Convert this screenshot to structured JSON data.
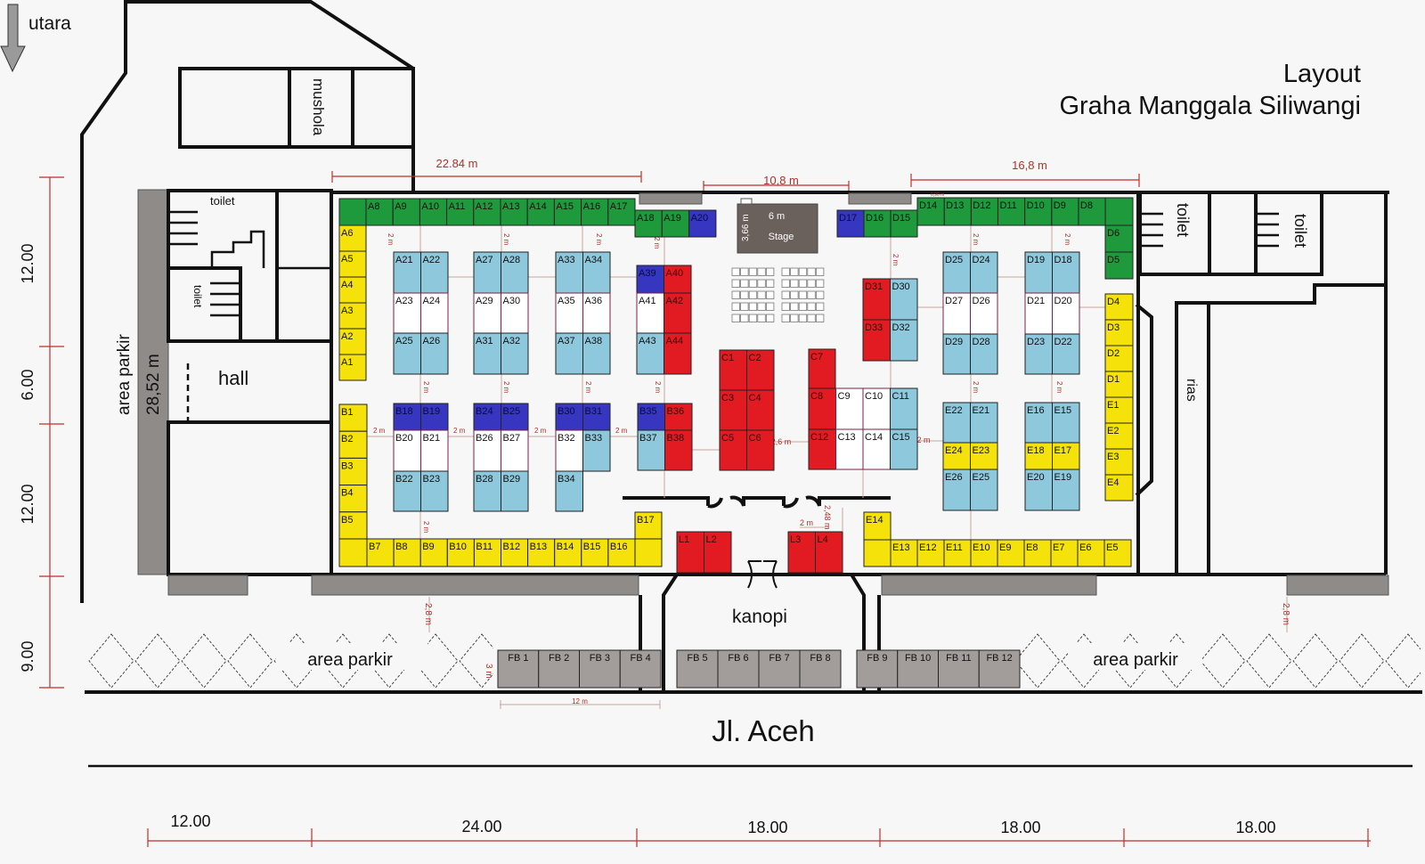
{
  "title": {
    "line1": "Layout",
    "line2": "Graha Manggala Siliwangi"
  },
  "compass": {
    "label": "utara",
    "icon": "arrow-down-icon"
  },
  "rooms": {
    "mushola": "mushola",
    "toilet_left_top": "toilet",
    "toilet_left_inner": "toilet",
    "hall": "hall",
    "area_parkir_side": "area parkir",
    "side_length": "28,52 m",
    "toilet_right_1": "toilet",
    "toilet_right_2": "toilet",
    "rias": "rias",
    "stage": "Stage",
    "stage_width": "6 m",
    "stage_depth": "3,66 m",
    "kanopi": "kanopi",
    "parking_left": "area parkir",
    "parking_right": "area parkir"
  },
  "street": "Jl. Aceh",
  "dimensions": {
    "top_left": "22.84 m",
    "top_center": "10,8 m",
    "top_right": "16,8 m",
    "aisle": "2 m",
    "gap_c": "2,6 m",
    "entrance": "2,48 m",
    "setback": "2,8 m",
    "fb_depth": "3 m",
    "fb_width": "12 m",
    "small": "0,90 m"
  },
  "ruler_bottom": [
    "12.00",
    "24.00",
    "18.00",
    "18.00",
    "18.00"
  ],
  "ruler_left": [
    "12.00",
    "6.00",
    "12.00",
    "9.00"
  ],
  "colors": {
    "green": "#1e9a3c",
    "yellow": "#f5e20a",
    "lightblue": "#8ec8dc",
    "blue": "#3636c0",
    "red": "#e21b22",
    "white": "#ffffff",
    "gray": "#a29d9a",
    "stage": "#6a605c",
    "dimension": "#c0302a"
  },
  "booths": [
    {
      "label": "A1",
      "color": "yellow"
    },
    {
      "label": "A2",
      "color": "yellow"
    },
    {
      "label": "A3",
      "color": "yellow"
    },
    {
      "label": "A4",
      "color": "yellow"
    },
    {
      "label": "A5",
      "color": "yellow"
    },
    {
      "label": "A6",
      "color": "yellow"
    },
    {
      "label": "A8",
      "color": "green"
    },
    {
      "label": "A9",
      "color": "green"
    },
    {
      "label": "A10",
      "color": "green"
    },
    {
      "label": "A11",
      "color": "green"
    },
    {
      "label": "A12",
      "color": "green"
    },
    {
      "label": "A13",
      "color": "green"
    },
    {
      "label": "A14",
      "color": "green"
    },
    {
      "label": "A15",
      "color": "green"
    },
    {
      "label": "A16",
      "color": "green"
    },
    {
      "label": "A17",
      "color": "green"
    },
    {
      "label": "A18",
      "color": "green"
    },
    {
      "label": "A19",
      "color": "green"
    },
    {
      "label": "A20",
      "color": "blue"
    },
    {
      "label": "A21",
      "color": "lightblue"
    },
    {
      "label": "A22",
      "color": "lightblue"
    },
    {
      "label": "A23",
      "color": "white"
    },
    {
      "label": "A24",
      "color": "white"
    },
    {
      "label": "A25",
      "color": "lightblue"
    },
    {
      "label": "A26",
      "color": "lightblue"
    },
    {
      "label": "A27",
      "color": "lightblue"
    },
    {
      "label": "A28",
      "color": "lightblue"
    },
    {
      "label": "A29",
      "color": "white"
    },
    {
      "label": "A30",
      "color": "white"
    },
    {
      "label": "A31",
      "color": "lightblue"
    },
    {
      "label": "A32",
      "color": "lightblue"
    },
    {
      "label": "A33",
      "color": "lightblue"
    },
    {
      "label": "A34",
      "color": "lightblue"
    },
    {
      "label": "A35",
      "color": "white"
    },
    {
      "label": "A36",
      "color": "white"
    },
    {
      "label": "A37",
      "color": "lightblue"
    },
    {
      "label": "A38",
      "color": "lightblue"
    },
    {
      "label": "A39",
      "color": "blue"
    },
    {
      "label": "A40",
      "color": "red"
    },
    {
      "label": "A41",
      "color": "white"
    },
    {
      "label": "A42",
      "color": "red"
    },
    {
      "label": "A43",
      "color": "lightblue"
    },
    {
      "label": "A44",
      "color": "red"
    },
    {
      "label": "B1",
      "color": "yellow"
    },
    {
      "label": "B2",
      "color": "yellow"
    },
    {
      "label": "B3",
      "color": "yellow"
    },
    {
      "label": "B4",
      "color": "yellow"
    },
    {
      "label": "B5",
      "color": "yellow"
    },
    {
      "label": "B7",
      "color": "yellow"
    },
    {
      "label": "B8",
      "color": "yellow"
    },
    {
      "label": "B9",
      "color": "yellow"
    },
    {
      "label": "B10",
      "color": "yellow"
    },
    {
      "label": "B11",
      "color": "yellow"
    },
    {
      "label": "B12",
      "color": "yellow"
    },
    {
      "label": "B13",
      "color": "yellow"
    },
    {
      "label": "B14",
      "color": "yellow"
    },
    {
      "label": "B15",
      "color": "yellow"
    },
    {
      "label": "B16",
      "color": "yellow"
    },
    {
      "label": "B17",
      "color": "yellow"
    },
    {
      "label": "B18",
      "color": "blue"
    },
    {
      "label": "B19",
      "color": "blue"
    },
    {
      "label": "B20",
      "color": "white"
    },
    {
      "label": "B21",
      "color": "white"
    },
    {
      "label": "B22",
      "color": "lightblue"
    },
    {
      "label": "B23",
      "color": "lightblue"
    },
    {
      "label": "B24",
      "color": "blue"
    },
    {
      "label": "B25",
      "color": "blue"
    },
    {
      "label": "B26",
      "color": "white"
    },
    {
      "label": "B27",
      "color": "white"
    },
    {
      "label": "B28",
      "color": "lightblue"
    },
    {
      "label": "B29",
      "color": "lightblue"
    },
    {
      "label": "B30",
      "color": "blue"
    },
    {
      "label": "B31",
      "color": "blue"
    },
    {
      "label": "B32",
      "color": "white"
    },
    {
      "label": "B33",
      "color": "lightblue"
    },
    {
      "label": "B34",
      "color": "lightblue"
    },
    {
      "label": "B35",
      "color": "blue"
    },
    {
      "label": "B36",
      "color": "red"
    },
    {
      "label": "B37",
      "color": "lightblue"
    },
    {
      "label": "B38",
      "color": "red"
    },
    {
      "label": "C1",
      "color": "red"
    },
    {
      "label": "C2",
      "color": "red"
    },
    {
      "label": "C3",
      "color": "red"
    },
    {
      "label": "C4",
      "color": "red"
    },
    {
      "label": "C5",
      "color": "red"
    },
    {
      "label": "C6",
      "color": "red"
    },
    {
      "label": "C7",
      "color": "red"
    },
    {
      "label": "C8",
      "color": "red"
    },
    {
      "label": "C9",
      "color": "white"
    },
    {
      "label": "C10",
      "color": "white"
    },
    {
      "label": "C11",
      "color": "lightblue"
    },
    {
      "label": "C12",
      "color": "red"
    },
    {
      "label": "C13",
      "color": "white"
    },
    {
      "label": "C14",
      "color": "white"
    },
    {
      "label": "C15",
      "color": "lightblue"
    },
    {
      "label": "D1",
      "color": "yellow"
    },
    {
      "label": "D2",
      "color": "yellow"
    },
    {
      "label": "D3",
      "color": "yellow"
    },
    {
      "label": "D4",
      "color": "yellow"
    },
    {
      "label": "D5",
      "color": "green"
    },
    {
      "label": "D6",
      "color": "green"
    },
    {
      "label": "D8",
      "color": "green"
    },
    {
      "label": "D9",
      "color": "green"
    },
    {
      "label": "D10",
      "color": "green"
    },
    {
      "label": "D11",
      "color": "green"
    },
    {
      "label": "D12",
      "color": "green"
    },
    {
      "label": "D13",
      "color": "green"
    },
    {
      "label": "D14",
      "color": "green"
    },
    {
      "label": "D15",
      "color": "green"
    },
    {
      "label": "D16",
      "color": "green"
    },
    {
      "label": "D17",
      "color": "blue"
    },
    {
      "label": "D18",
      "color": "lightblue"
    },
    {
      "label": "D19",
      "color": "lightblue"
    },
    {
      "label": "D20",
      "color": "white"
    },
    {
      "label": "D21",
      "color": "white"
    },
    {
      "label": "D22",
      "color": "lightblue"
    },
    {
      "label": "D23",
      "color": "lightblue"
    },
    {
      "label": "D24",
      "color": "lightblue"
    },
    {
      "label": "D25",
      "color": "lightblue"
    },
    {
      "label": "D26",
      "color": "white"
    },
    {
      "label": "D27",
      "color": "white"
    },
    {
      "label": "D28",
      "color": "lightblue"
    },
    {
      "label": "D29",
      "color": "lightblue"
    },
    {
      "label": "D30",
      "color": "lightblue"
    },
    {
      "label": "D31",
      "color": "red"
    },
    {
      "label": "D32",
      "color": "lightblue"
    },
    {
      "label": "D33",
      "color": "red"
    },
    {
      "label": "E1",
      "color": "yellow"
    },
    {
      "label": "E2",
      "color": "yellow"
    },
    {
      "label": "E3",
      "color": "yellow"
    },
    {
      "label": "E4",
      "color": "yellow"
    },
    {
      "label": "E5",
      "color": "yellow"
    },
    {
      "label": "E6",
      "color": "yellow"
    },
    {
      "label": "E7",
      "color": "yellow"
    },
    {
      "label": "E8",
      "color": "yellow"
    },
    {
      "label": "E9",
      "color": "yellow"
    },
    {
      "label": "E10",
      "color": "yellow"
    },
    {
      "label": "E11",
      "color": "yellow"
    },
    {
      "label": "E12",
      "color": "yellow"
    },
    {
      "label": "E13",
      "color": "yellow"
    },
    {
      "label": "E14",
      "color": "yellow"
    },
    {
      "label": "E15",
      "color": "lightblue"
    },
    {
      "label": "E16",
      "color": "lightblue"
    },
    {
      "label": "E17",
      "color": "yellow"
    },
    {
      "label": "E18",
      "color": "yellow"
    },
    {
      "label": "E19",
      "color": "lightblue"
    },
    {
      "label": "E20",
      "color": "lightblue"
    },
    {
      "label": "E21",
      "color": "lightblue"
    },
    {
      "label": "E22",
      "color": "lightblue"
    },
    {
      "label": "E23",
      "color": "yellow"
    },
    {
      "label": "E24",
      "color": "yellow"
    },
    {
      "label": "E25",
      "color": "lightblue"
    },
    {
      "label": "E26",
      "color": "lightblue"
    },
    {
      "label": "L1",
      "color": "red"
    },
    {
      "label": "L2",
      "color": "red"
    },
    {
      "label": "L3",
      "color": "red"
    },
    {
      "label": "L4",
      "color": "red"
    },
    {
      "label": "FB 1",
      "color": "gray"
    },
    {
      "label": "FB 2",
      "color": "gray"
    },
    {
      "label": "FB 3",
      "color": "gray"
    },
    {
      "label": "FB 4",
      "color": "gray"
    },
    {
      "label": "FB 5",
      "color": "gray"
    },
    {
      "label": "FB 6",
      "color": "gray"
    },
    {
      "label": "FB 7",
      "color": "gray"
    },
    {
      "label": "FB 8",
      "color": "gray"
    },
    {
      "label": "FB 9",
      "color": "gray"
    },
    {
      "label": "FB 10",
      "color": "gray"
    },
    {
      "label": "FB 11",
      "color": "gray"
    },
    {
      "label": "FB 12",
      "color": "gray"
    }
  ]
}
